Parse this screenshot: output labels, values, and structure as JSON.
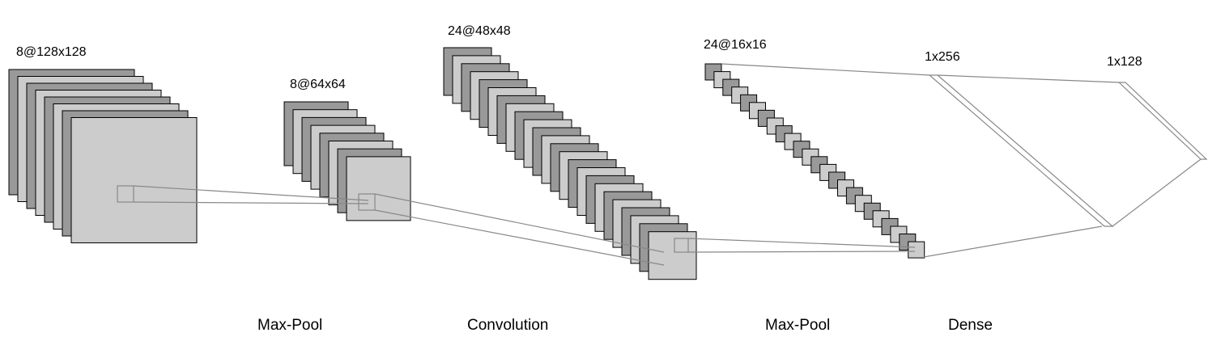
{
  "diagram": {
    "layers": [
      {
        "label": "8@128x128",
        "maps": 8
      },
      {
        "label": "8@64x64",
        "maps": 8
      },
      {
        "label": "24@48x48",
        "maps": 24
      },
      {
        "label": "24@16x16",
        "maps": 24
      },
      {
        "label": "1x256"
      },
      {
        "label": "1x128"
      }
    ],
    "operations": [
      "Max-Pool",
      "Convolution",
      "Max-Pool",
      "Dense"
    ],
    "colors": {
      "dark": "#999999",
      "light": "#cccccc",
      "stroke": "#000000",
      "line": "#888888"
    }
  }
}
